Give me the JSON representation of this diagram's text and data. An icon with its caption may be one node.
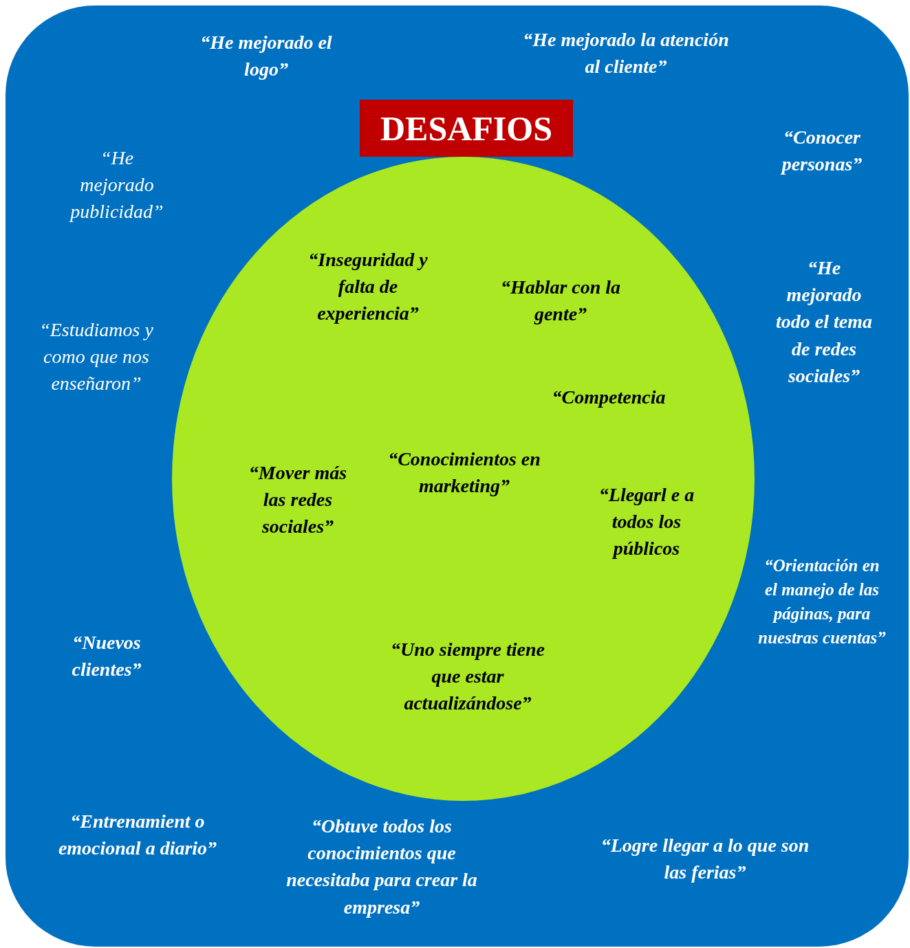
{
  "diagram": {
    "nodes": [
      {
        "text": [
          "“He mejorado el logo”",
          "“He mejorado la atención al cliente”",
          "“He mejorado publicidad”",
          "“Conocer personas”",
          "“Estudiamos y como que nos enseñaron”",
          "“He mejorado todo el tema de redes sociales”",
          "“Nuevos clientes”",
          "“Orientación en el manejo de las páginas, para nuestras cuentas”",
          "“Entrenamient o emocional a diario”",
          "“Obtuve todos los conocimientos que necesitaba para crear la empresa”",
          "“Logre llegar a lo que son las ferias”"
        ]
      },
      {
        "text": [
          "DESAFIOS"
        ],
        "in": 0
      },
      {
        "text": [
          "“Inseguridad y falta de experiencia”",
          "“Hablar con la gente”",
          "“Competencia",
          "“Mover más las redes sociales”",
          "“Conocimientos en marketing”",
          "“Llegarl e a todos los públicos",
          "“Uno siempre tiene que estar actualizándose”"
        ],
        "in": 0
      }
    ],
    "edges": []
  }
}
